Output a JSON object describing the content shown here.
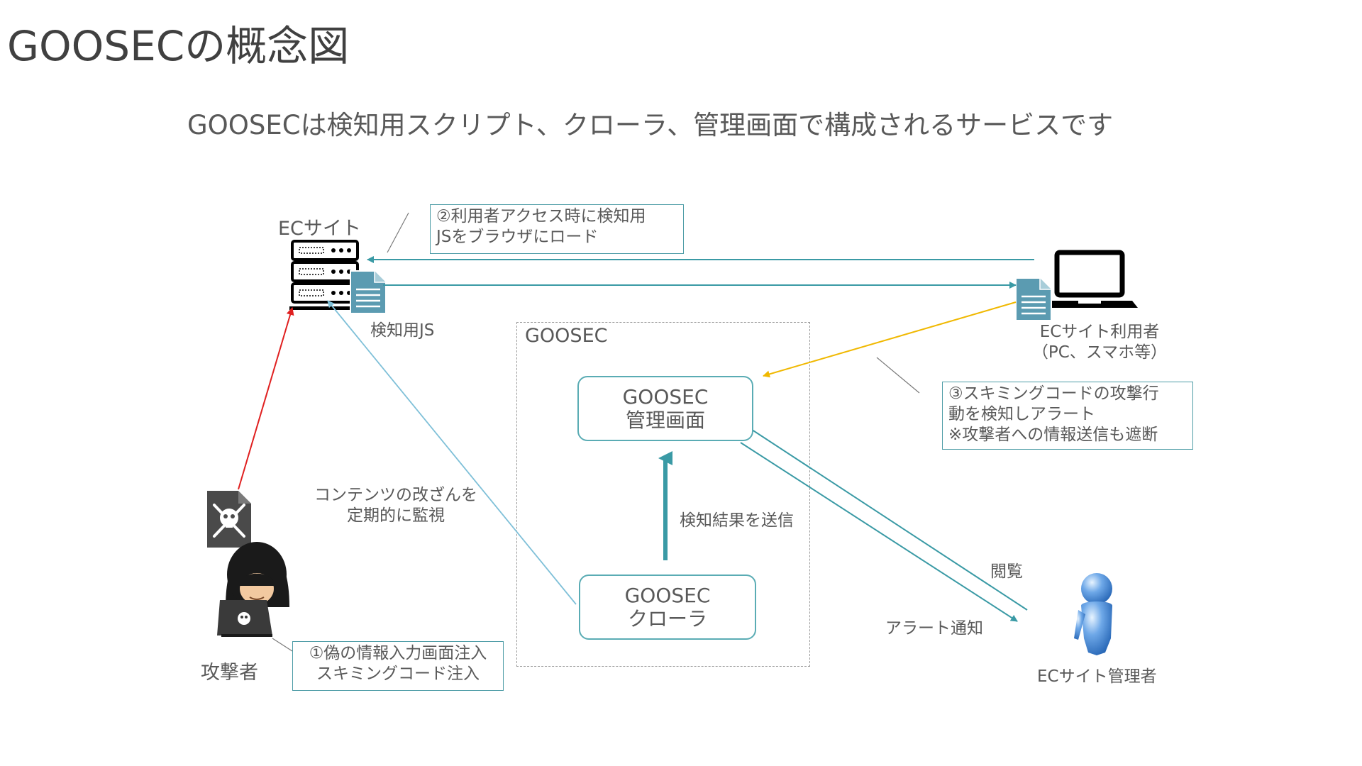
{
  "title": "GOOSECの概念図",
  "subtitle": "GOOSECは検知用スクリプト、クローラ、管理画面で構成されるサービスです",
  "actors": {
    "ec_site": "ECサイト",
    "detection_js": "検知用JS",
    "ec_user": [
      "ECサイト利用者",
      "（PC、スマホ等）"
    ],
    "attacker": "攻撃者",
    "ec_admin": "ECサイト管理者"
  },
  "goosec": {
    "boundary_label": "GOOSEC",
    "admin_screen": [
      "GOOSEC",
      "管理画面"
    ],
    "crawler": [
      "GOOSEC",
      "クローラ"
    ]
  },
  "callouts": {
    "step1": [
      "①偽の情報入力画面注入",
      "スキミングコード注入"
    ],
    "step2": [
      "②利用者アクセス時に検知用",
      "JSをブラウザにロード"
    ],
    "step3": [
      "③スキミングコードの攻撃行",
      "動を検知しアラート",
      "※攻撃者への情報送信も遮断"
    ]
  },
  "edge_labels": {
    "monitor": [
      "コンテンツの改ざんを",
      "定期的に監視"
    ],
    "send_results": "検知結果を送信",
    "view": "閲覧",
    "alert_notify": "アラート通知"
  },
  "colors": {
    "teal": "#3a9aa5",
    "light_blue": "#7fc0d8",
    "red": "#e02020",
    "yellow": "#f0b800",
    "node_border": "#5aacb4"
  }
}
